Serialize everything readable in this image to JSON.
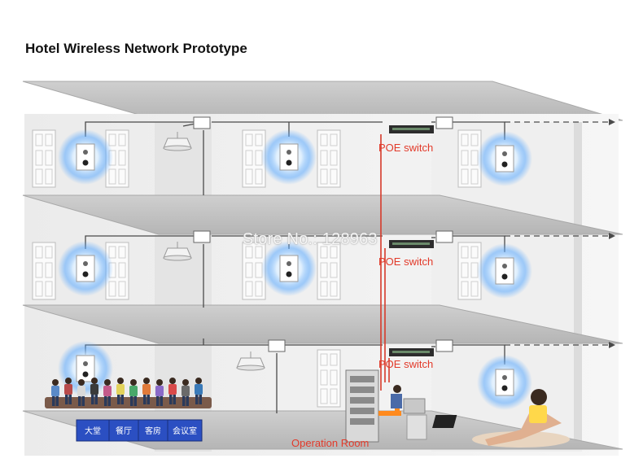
{
  "title": "Hotel Wireless Network Prototype",
  "poe_switch_label": "POE switch",
  "operation_room_label": "Operation Room",
  "watermark": "Store No.: 128963",
  "lobby_screens": [
    "大堂",
    "餐厅",
    "客房",
    "会议室"
  ],
  "colors": {
    "poe_label": "#e23a2a",
    "poe_line": "#d63a2a",
    "cable": "#4a4a4a",
    "signal_glow": "#5aa9ff",
    "screen_fill": "#2b4fc2",
    "chair": "#ff8a1e"
  }
}
